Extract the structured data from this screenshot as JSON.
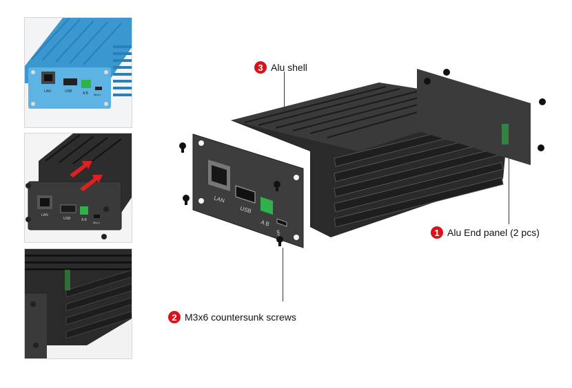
{
  "callouts": {
    "shell": {
      "number": "3",
      "label": "Alu shell"
    },
    "end_panel": {
      "number": "1",
      "label": "Alu End panel (2 pcs)"
    },
    "screws": {
      "number": "2",
      "label": "M3x6 countersunk screws"
    }
  },
  "panel_labels": {
    "lan": "LAN",
    "usb": "USB",
    "ab": "A B",
    "micro": "Micro"
  },
  "colors": {
    "badge": "#d7141a",
    "shell_blue": "#4aa3d8",
    "shell_black": "#2b2b2b",
    "terminal_green": "#2fb24a",
    "arrow_red": "#e02020"
  }
}
